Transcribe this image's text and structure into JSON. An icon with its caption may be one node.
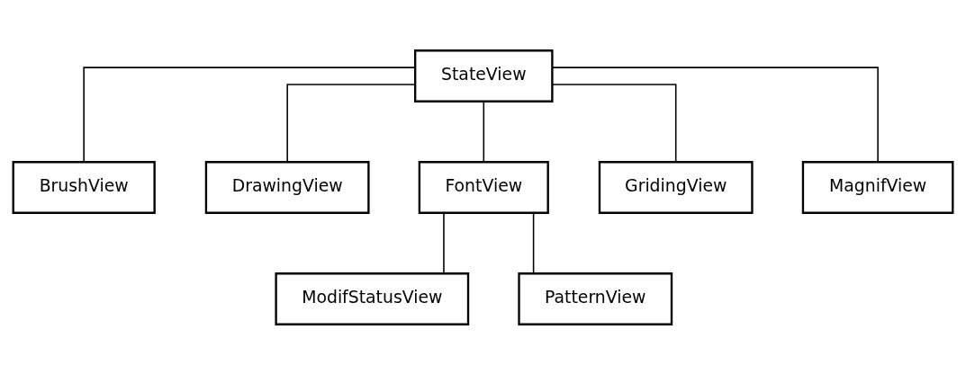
{
  "diagram": {
    "nodes": [
      {
        "text": [
          "StateView"
        ]
      },
      {
        "text": [
          "BrushView"
        ]
      },
      {
        "text": [
          "DrawingView"
        ]
      },
      {
        "text": [
          "FontView"
        ]
      },
      {
        "text": [
          "GridingView"
        ]
      },
      {
        "text": [
          "MagnifView"
        ]
      },
      {
        "text": [
          "ModifStatusView"
        ]
      },
      {
        "text": [
          "PatternView"
        ]
      }
    ],
    "edges": [
      {
        "from": 0,
        "to": 1,
        "arrow": "none"
      },
      {
        "from": 0,
        "to": 2,
        "arrow": "none"
      },
      {
        "from": 0,
        "to": 3,
        "arrow": "none"
      },
      {
        "from": 0,
        "to": 4,
        "arrow": "none"
      },
      {
        "from": 0,
        "to": 5,
        "arrow": "none"
      },
      {
        "from": 3,
        "to": 6,
        "arrow": "none"
      },
      {
        "from": 3,
        "to": 7,
        "arrow": "none"
      }
    ]
  }
}
